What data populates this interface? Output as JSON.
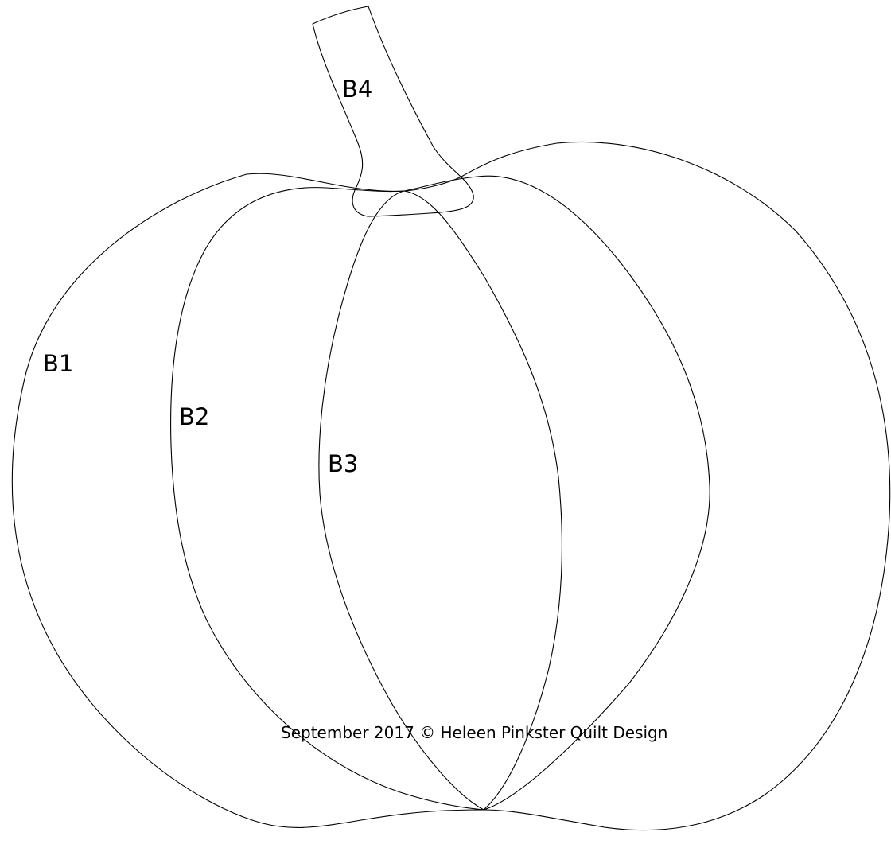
{
  "pattern": {
    "pieces": [
      {
        "id": "b1",
        "label": "B1"
      },
      {
        "id": "b2",
        "label": "B2"
      },
      {
        "id": "b3",
        "label": "B3"
      },
      {
        "id": "b4",
        "label": "B4"
      }
    ],
    "copyright": "September 2017 © Heleen Pinkster Quilt Design",
    "line_color": "#000000",
    "background_color": "#ffffff"
  }
}
